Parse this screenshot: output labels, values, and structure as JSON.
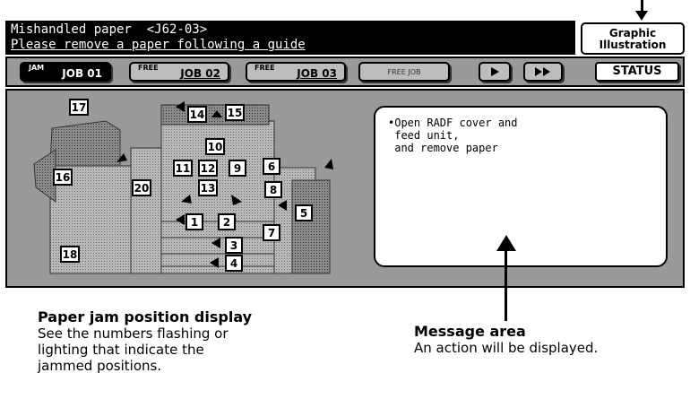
{
  "header": {
    "title_line1": "Mishandled paper  <J62-03>",
    "title_line2": "Please remove a paper following a guide",
    "graphic_button": {
      "line1": "Graphic",
      "line2": "Illustration"
    }
  },
  "tabs": [
    {
      "small": "JAM",
      "label": "JOB 01",
      "state": "active"
    },
    {
      "small": "FREE",
      "label": "JOB 02",
      "state": "normal"
    },
    {
      "small": "FREE",
      "label": "JOB 03",
      "state": "normal"
    },
    {
      "small": "",
      "label": "FREE JOB",
      "state": "disabled"
    }
  ],
  "toolbar": {
    "next_icon": "play-icon",
    "fast_forward_icon": "fast-forward-icon",
    "status_label": "STATUS"
  },
  "diagram": {
    "position_labels": [
      "1",
      "2",
      "3",
      "4",
      "5",
      "6",
      "7",
      "8",
      "9",
      "10",
      "11",
      "12",
      "13",
      "14",
      "15",
      "16",
      "17",
      "18",
      "20"
    ]
  },
  "message": {
    "lines": [
      "•Open RADF cover and",
      " feed unit,",
      " and remove paper"
    ]
  },
  "annotations": {
    "left_title": "Paper jam position display",
    "left_lines": [
      "See the numbers flashing or",
      "lighting that indicate the",
      "jammed positions."
    ],
    "right_title": "Message area",
    "right_text": "An action will be displayed."
  },
  "colors": {
    "panel": "#999999",
    "header": "#000000",
    "box": "#ffffff"
  }
}
